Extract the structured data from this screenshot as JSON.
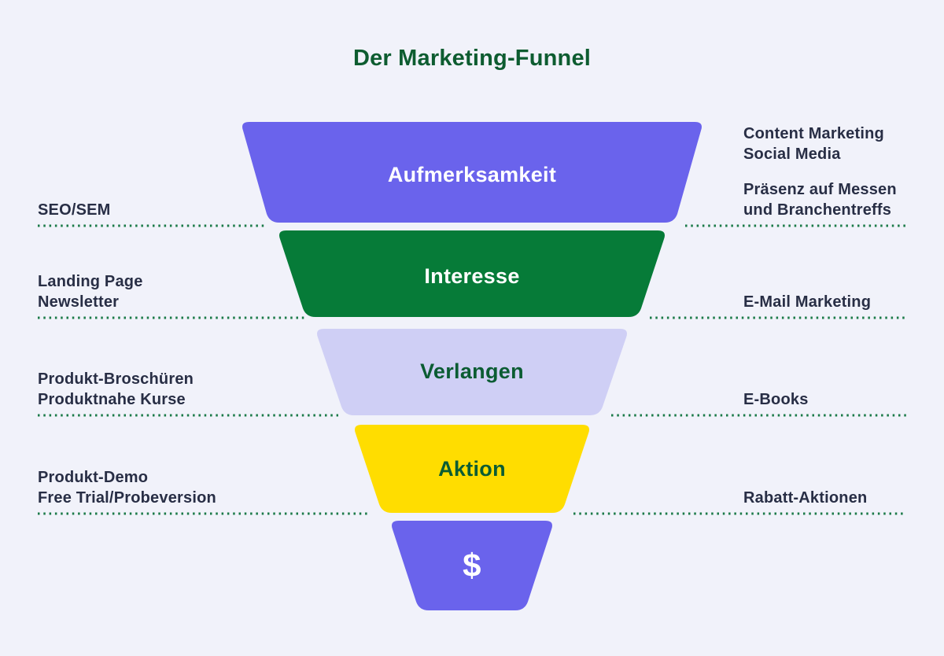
{
  "title": "Der Marketing-Funnel",
  "colors": {
    "background": "#f1f2fa",
    "title_text": "#0d5c30",
    "side_label_text": "#282e45",
    "dotted_line": "#1b7a48",
    "stage_purple": "#6a63ec",
    "stage_green": "#067b38",
    "stage_lavender": "#cfcff5",
    "stage_yellow": "#ffdd00",
    "stage_text_light": "#ffffff",
    "stage_text_dark": "#0b5c33"
  },
  "funnel": {
    "stages": [
      {
        "label": "Aufmerksamkeit",
        "color": "#6a63ec",
        "text_color": "#ffffff"
      },
      {
        "label": "Interesse",
        "color": "#067b38",
        "text_color": "#ffffff"
      },
      {
        "label": "Verlangen",
        "color": "#cfcff5",
        "text_color": "#0b5c33"
      },
      {
        "label": "Aktion",
        "color": "#ffdd00",
        "text_color": "#0b5c33"
      },
      {
        "label": "$",
        "color": "#6a63ec",
        "text_color": "#ffffff"
      }
    ]
  },
  "left_labels": [
    {
      "lines": [
        "SEO/SEM"
      ]
    },
    {
      "lines": [
        "Landing Page",
        "Newsletter"
      ]
    },
    {
      "lines": [
        "Produkt-Broschüren",
        "Produktnahe Kurse"
      ]
    },
    {
      "lines": [
        "Produkt-Demo",
        "Free Trial/Probeversion"
      ]
    }
  ],
  "right_labels": [
    {
      "lines": [
        "Content Marketing",
        "Social Media"
      ]
    },
    {
      "lines": [
        "Präsenz auf Messen",
        "und Branchentreffs"
      ]
    },
    {
      "lines": [
        "E-Mail Marketing"
      ]
    },
    {
      "lines": [
        "E-Books"
      ]
    },
    {
      "lines": [
        "Rabatt-Aktionen"
      ]
    }
  ]
}
